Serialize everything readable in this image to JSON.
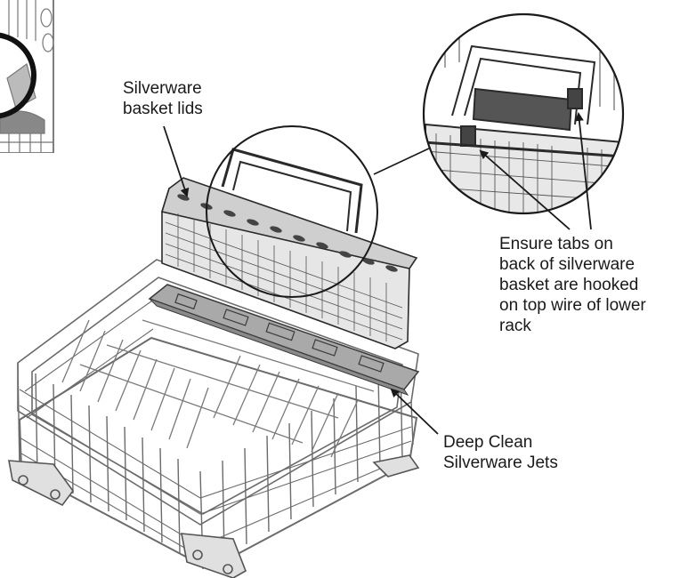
{
  "labels": {
    "basket_lids": "Silverware\nbasket lids",
    "tabs_note": "Ensure tabs on\nback of silverware\nbasket are hooked\non top wire of lower\nrack",
    "jets": "Deep Clean\nSilverware Jets"
  },
  "colors": {
    "line": "#2a2a2a",
    "wire": "#6b6b6b",
    "basket_fill": "#e6e6e6",
    "jet_bar": "#a9a9a9"
  }
}
